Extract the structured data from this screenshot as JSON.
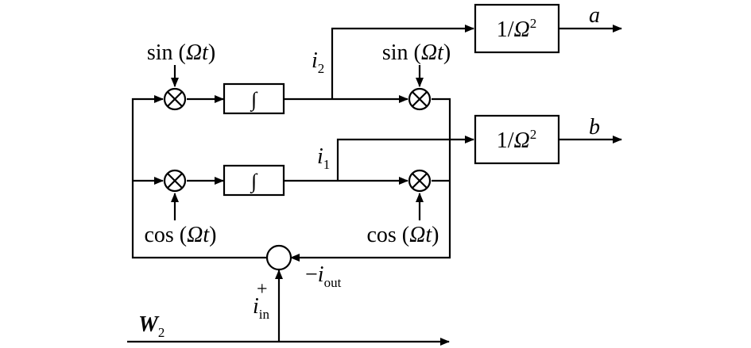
{
  "labels": {
    "sin_top_left": "sin (",
    "sin_top_right": "sin (",
    "cos_bottom_left": "cos (",
    "cos_bottom_right": "cos (",
    "omega": "Ω",
    "t": "t",
    "close_paren": ")",
    "integrator_symbol": "∫",
    "gain_prefix": "1/",
    "gain_sup": "2",
    "output_a": "a",
    "output_b": "b",
    "i_sym": "i",
    "i2_sub": "2",
    "i1_sub": "1",
    "in_sub": "in",
    "out_sub": "out",
    "minus_sign": "−",
    "plus_sign": "+",
    "w_sym": "W",
    "w_sub": "2"
  }
}
